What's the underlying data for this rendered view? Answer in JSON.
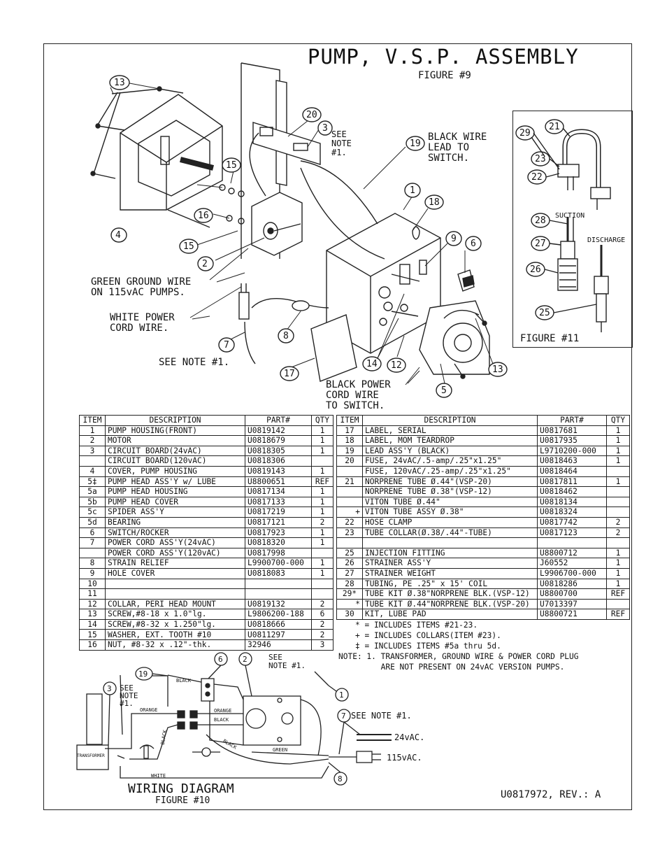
{
  "title": "PUMP, V.S.P. ASSEMBLY",
  "figure9": "FIGURE #9",
  "figure11": "FIGURE #11",
  "callouts": {
    "c1": "1",
    "c2": "2",
    "c3": "3",
    "c4": "4",
    "c5": "5",
    "c6": "6",
    "c7": "7",
    "c8": "8",
    "c9": "9",
    "c12": "12",
    "c13a": "13",
    "c13b": "13",
    "c14": "14",
    "c15a": "15",
    "c15b": "15",
    "c16": "16",
    "c17": "17",
    "c18": "18",
    "c19": "19",
    "c20": "20",
    "c21": "21",
    "c22": "22",
    "c23": "23",
    "c25": "25",
    "c26": "26",
    "c27": "27",
    "c28": "28",
    "c29": "29"
  },
  "labels": {
    "see_note_top": "SEE\nNOTE\n#1.",
    "black_wire": "BLACK WIRE\nLEAD TO\nSWITCH.",
    "green_ground": "GREEN GROUND WIRE\nON 115vAC PUMPS.",
    "white_power": "WHITE POWER\nCORD WIRE.",
    "see_note_bottom": "SEE NOTE #1.",
    "black_power": "BLACK POWER\nCORD WIRE\nTO SWITCH.",
    "suction": "SUCTION",
    "discharge": "DISCHARGE"
  },
  "table_headers": {
    "item": "ITEM",
    "description": "DESCRIPTION",
    "part": "PART#",
    "qty": "QTY"
  },
  "table_left": [
    {
      "item": "1",
      "desc": "PUMP HOUSING(FRONT)",
      "part": "U0819142",
      "qty": "1"
    },
    {
      "item": "2",
      "desc": "MOTOR",
      "part": "U0818679",
      "qty": "1"
    },
    {
      "item": "3",
      "desc": "CIRCUIT BOARD(24vAC)",
      "part": "U0818305",
      "qty": "1"
    },
    {
      "item": "",
      "desc": "CIRCUIT BOARD(120vAC)",
      "part": "U0818306",
      "qty": ""
    },
    {
      "item": "4",
      "desc": "COVER, PUMP HOUSING",
      "part": "U0819143",
      "qty": "1"
    },
    {
      "item": "5‡",
      "desc": "PUMP HEAD ASS'Y w/ LUBE",
      "part": "U8800651",
      "qty": "REF"
    },
    {
      "item": "5a",
      "desc": "PUMP HEAD HOUSING",
      "part": "U0817134",
      "qty": "1"
    },
    {
      "item": "5b",
      "desc": "PUMP HEAD COVER",
      "part": "U0817133",
      "qty": "1"
    },
    {
      "item": "5c",
      "desc": "SPIDER ASS'Y",
      "part": "U0817219",
      "qty": "1"
    },
    {
      "item": "5d",
      "desc": "BEARING",
      "part": "U0817121",
      "qty": "2"
    },
    {
      "item": "6",
      "desc": "SWITCH/ROCKER",
      "part": "U0817923",
      "qty": "1"
    },
    {
      "item": "7",
      "desc": "POWER CORD ASS'Y(24vAC)",
      "part": "U0818320",
      "qty": "1"
    },
    {
      "item": "",
      "desc": "POWER CORD ASS'Y(120vAC)",
      "part": "U0817998",
      "qty": ""
    },
    {
      "item": "8",
      "desc": "STRAIN RELIEF",
      "part": "L9900700-000",
      "qty": "1"
    },
    {
      "item": "9",
      "desc": "HOLE COVER",
      "part": "U0818083",
      "qty": "1"
    },
    {
      "item": "10",
      "desc": "",
      "part": "",
      "qty": ""
    },
    {
      "item": "11",
      "desc": "",
      "part": "",
      "qty": ""
    },
    {
      "item": "12",
      "desc": "COLLAR, PERI HEAD MOUNT",
      "part": "U0819132",
      "qty": "2"
    },
    {
      "item": "13",
      "desc": "SCREW,#8-18 x 1.0\"lg.",
      "part": "L9806200-188",
      "qty": "6"
    },
    {
      "item": "14",
      "desc": "SCREW,#8-32 x 1.250\"lg.",
      "part": "U0818666",
      "qty": "2"
    },
    {
      "item": "15",
      "desc": "WASHER, EXT. TOOTH #10",
      "part": "U0811297",
      "qty": "2"
    },
    {
      "item": "16",
      "desc": "NUT, #8-32 x .12\"-thk.",
      "part": "32946",
      "qty": "3"
    }
  ],
  "table_right": [
    {
      "item": "17",
      "desc": "LABEL, SERIAL",
      "part": "U0817681",
      "qty": "1"
    },
    {
      "item": "18",
      "desc": "LABEL, MOM TEARDROP",
      "part": "U0817935",
      "qty": "1"
    },
    {
      "item": "19",
      "desc": "LEAD ASS'Y (BLACK)",
      "part": "L9710200-000",
      "qty": "1"
    },
    {
      "item": "20",
      "desc": "FUSE, 24vAC/.5-amp/.25\"x1.25\"",
      "part": "U0818463",
      "qty": "1"
    },
    {
      "item": "",
      "desc": "FUSE, 120vAC/.25-amp/.25\"x1.25\"",
      "part": "U0818464",
      "qty": ""
    },
    {
      "item": "21",
      "desc": "NORPRENE TUBE Ø.44\"(VSP-20)",
      "part": "U0817811",
      "qty": "1"
    },
    {
      "item": "",
      "desc": "NORPRENE TUBE Ø.38\"(VSP-12)",
      "part": "U0818462",
      "qty": ""
    },
    {
      "item": "",
      "desc": "VITON TUBE Ø.44\"",
      "part": "U0818134",
      "qty": ""
    },
    {
      "item": "+",
      "desc": "VITON TUBE ASSY Ø.38\"",
      "part": "U0818324",
      "qty": ""
    },
    {
      "item": "22",
      "desc": "HOSE CLAMP",
      "part": "U0817742",
      "qty": "2"
    },
    {
      "item": "23",
      "desc": "TUBE COLLAR(Ø.38/.44\"-TUBE)",
      "part": "U0817123",
      "qty": "2"
    },
    {
      "item": "",
      "desc": "",
      "part": "",
      "qty": ""
    },
    {
      "item": "25",
      "desc": "INJECTION FITTING",
      "part": "U8800712",
      "qty": "1"
    },
    {
      "item": "26",
      "desc": "STRAINER ASS'Y",
      "part": "J60552",
      "qty": "1"
    },
    {
      "item": "27",
      "desc": "STRAINER WEIGHT",
      "part": "L9906700-000",
      "qty": "1"
    },
    {
      "item": "28",
      "desc": "TUBING, PE .25\" x 15' COIL",
      "part": "U0818286",
      "qty": "1"
    },
    {
      "item": "29*",
      "desc": "TUBE KIT Ø.38\"NORPRENE BLK.(VSP-12)",
      "part": "U8800700",
      "qty": "REF"
    },
    {
      "item": "*",
      "desc": "TUBE KIT Ø.44\"NORPRENE BLK.(VSP-20)",
      "part": "U7013397",
      "qty": ""
    },
    {
      "item": "30",
      "desc": "KIT, LUBE PAD",
      "part": "U8800721",
      "qty": "REF"
    }
  ],
  "legend": [
    "* = INCLUDES ITEMS #21-23.",
    "+ = INCLUDES COLLARS(ITEM #23).",
    "‡ = INCLUDES ITEMS #5a thru 5d."
  ],
  "note": "NOTE: 1. TRANSFORMER, GROUND WIRE & POWER CORD PLUG\n         ARE NOT PRESENT ON 24vAC VERSION PUMPS.",
  "wiring": {
    "title": "WIRING DIAGRAM",
    "subtitle": "FIGURE #10",
    "see_note_a": "SEE\nNOTE\n#1.",
    "see_note_b": "SEE\nNOTE #1.",
    "see_note_c": "SEE NOTE #1.",
    "v24": "24vAC.",
    "v115": "115vAC.",
    "black1": "BLACK",
    "black2": "BLACK",
    "black3": "BLACK",
    "black4": "BLACK",
    "orange1": "ORANGE",
    "orange2": "ORANGE",
    "green": "GREEN",
    "white": "WHITE",
    "transformer": "TRANSFORMER",
    "w19": "19",
    "w3": "3",
    "w6": "6",
    "w2": "2",
    "w1": "1",
    "w7": "7",
    "w8": "8"
  },
  "doc_number": "U0817972, REV.: A"
}
